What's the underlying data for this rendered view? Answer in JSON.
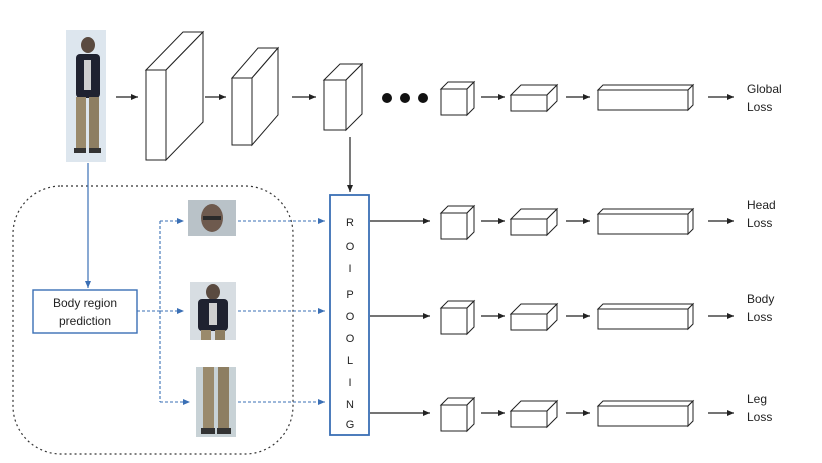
{
  "loss_labels": {
    "global": [
      "Global",
      "Loss"
    ],
    "head": [
      "Head",
      "Loss"
    ],
    "body": [
      "Body",
      "Loss"
    ],
    "leg": [
      "Leg",
      "Loss"
    ]
  },
  "body_region_label": [
    "Body region",
    "prediction"
  ],
  "roi_letters": [
    "R",
    "O",
    "I",
    "P",
    "O",
    "O",
    "L",
    "I",
    "N",
    "G"
  ],
  "colors": {
    "accent_blue": "#3a6fb5",
    "line": "#222222",
    "dotted_border": "#333333"
  },
  "icons": {
    "pedestrian_full": "person-photo",
    "head_crop": "head-crop-photo",
    "torso_crop": "torso-crop-photo",
    "leg_crop": "leg-crop-photo"
  }
}
